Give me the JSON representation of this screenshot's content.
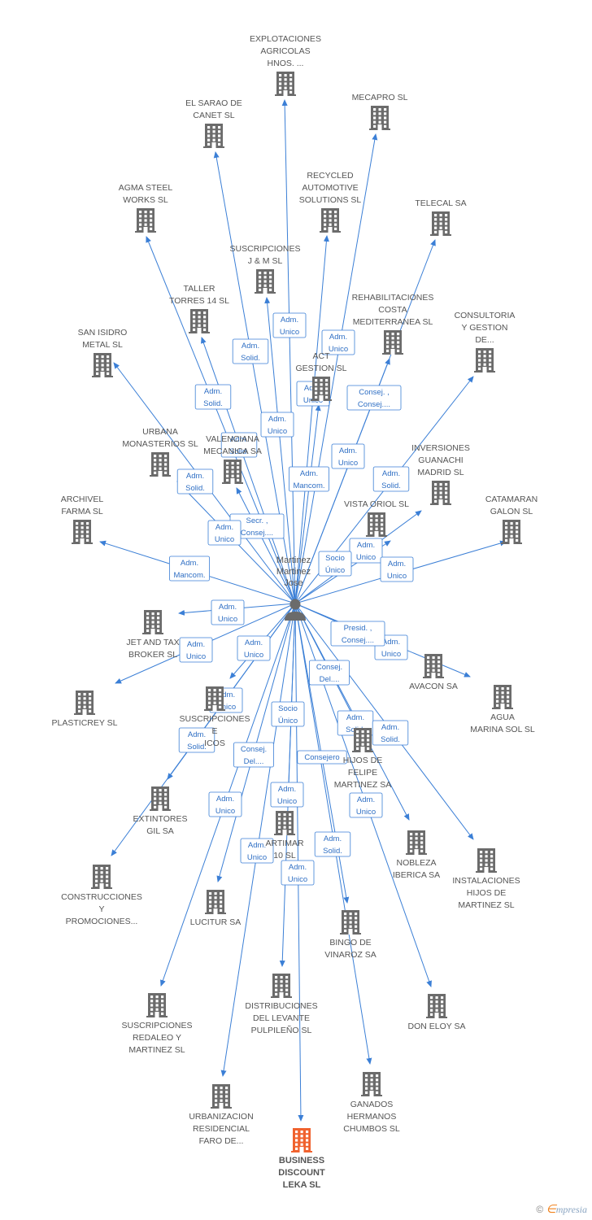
{
  "center": {
    "lines": [
      "Martinez",
      "Martinez",
      "Jose"
    ]
  },
  "colors": {
    "edge": "#3b7fd6",
    "building": "#6b6b6b",
    "building_focus": "#f0622e",
    "label": "#555555"
  },
  "icons": {
    "company": "building-icon",
    "person": "person-icon",
    "copyright": "copyright-icon"
  },
  "brand": {
    "copyright": "©",
    "e": "∈",
    "rest": "mpresia"
  },
  "nodes": [
    {
      "id": "explotaciones",
      "lines": [
        "EXPLOTACIONES",
        "AGRICOLAS",
        "HNOS. ..."
      ]
    },
    {
      "id": "mecapro",
      "lines": [
        "MECAPRO SL"
      ]
    },
    {
      "id": "sarao",
      "lines": [
        "EL SARAO DE",
        "CANET SL"
      ]
    },
    {
      "id": "recycled",
      "lines": [
        "RECYCLED",
        "AUTOMOTIVE",
        "SOLUTIONS SL"
      ]
    },
    {
      "id": "telecal",
      "lines": [
        "TELECAL SA"
      ]
    },
    {
      "id": "agma",
      "lines": [
        "AGMA STEEL",
        "WORKS  SL"
      ]
    },
    {
      "id": "suscripciones_jm",
      "lines": [
        "SUSCRIPCIONES",
        "J & M  SL"
      ]
    },
    {
      "id": "rehabilitaciones",
      "lines": [
        "REHABILITACIONES",
        "COSTA",
        "MEDITERRANEA SL"
      ]
    },
    {
      "id": "taller",
      "lines": [
        "TALLER",
        "TORRES 14 SL"
      ]
    },
    {
      "id": "consultoria",
      "lines": [
        "CONSULTORIA",
        "Y GESTION",
        "DE..."
      ]
    },
    {
      "id": "san_isidro",
      "lines": [
        "SAN ISIDRO",
        "METAL SL"
      ]
    },
    {
      "id": "act_gestion",
      "lines": [
        "ACT",
        "GESTION SL"
      ]
    },
    {
      "id": "valenciana",
      "lines": [
        "VALENCIANA",
        "MECANICA SA"
      ]
    },
    {
      "id": "urbana",
      "lines": [
        "URBANA",
        "MONASTERIOS SL"
      ]
    },
    {
      "id": "inversiones",
      "lines": [
        "INVERSIONES",
        "GUANACHI",
        "MADRID  SL"
      ]
    },
    {
      "id": "archivel",
      "lines": [
        "ARCHIVEL",
        "FARMA SL"
      ]
    },
    {
      "id": "vista_oriol",
      "lines": [
        "VISTA ORIOL SL"
      ]
    },
    {
      "id": "catamaran",
      "lines": [
        "CATAMARAN",
        "GALON SL"
      ]
    },
    {
      "id": "jet",
      "lines": [
        "JET AND TAX",
        "BROKER SL"
      ]
    },
    {
      "id": "avacon",
      "lines": [
        "AVACON SA"
      ]
    },
    {
      "id": "agua",
      "lines": [
        "AGUA",
        "MARINA SOL SL"
      ]
    },
    {
      "id": "plasticrey",
      "lines": [
        "PLASTICREY SL"
      ]
    },
    {
      "id": "suscripciones_e",
      "lines": [
        "SUSCRIPCIONES",
        "E",
        "ICOS"
      ]
    },
    {
      "id": "hijos_felipe",
      "lines": [
        "HIJOS DE",
        "FELIPE",
        "MARTINEZ SA"
      ]
    },
    {
      "id": "extintores",
      "lines": [
        "EXTINTORES",
        "GIL SA"
      ]
    },
    {
      "id": "artimar",
      "lines": [
        "ARTIMAR",
        "10 SL"
      ]
    },
    {
      "id": "nobleza",
      "lines": [
        "NOBLEZA",
        "IBERICA SA"
      ]
    },
    {
      "id": "instalaciones",
      "lines": [
        "INSTALACIONES",
        "HIJOS DE",
        "MARTINEZ SL"
      ]
    },
    {
      "id": "construcciones",
      "lines": [
        "CONSTRUCCIONES",
        "Y",
        "PROMOCIONES..."
      ]
    },
    {
      "id": "lucitur",
      "lines": [
        "LUCITUR SA"
      ]
    },
    {
      "id": "bingo",
      "lines": [
        "BINGO DE",
        "VINAROZ SA"
      ]
    },
    {
      "id": "distribuciones",
      "lines": [
        "DISTRIBUCIONES",
        "DEL LEVANTE",
        "PULPILEÑO SL"
      ]
    },
    {
      "id": "don_eloy",
      "lines": [
        "DON ELOY SA"
      ]
    },
    {
      "id": "suscripciones_redaleo",
      "lines": [
        "SUSCRIPCIONES",
        "REDALEO Y",
        "MARTINEZ SL"
      ]
    },
    {
      "id": "ganados",
      "lines": [
        "GANADOS",
        "HERMANOS",
        "CHUMBOS  SL"
      ]
    },
    {
      "id": "urbanizacion",
      "lines": [
        "URBANIZACION",
        "RESIDENCIAL",
        "FARO DE..."
      ]
    },
    {
      "id": "business",
      "lines": [
        "BUSINESS",
        "DISCOUNT",
        "LEKA SL"
      ],
      "focus": true
    }
  ],
  "edges": [
    {
      "target": "explotaciones",
      "label": [
        "Adm.",
        "Unico"
      ]
    },
    {
      "target": "mecapro",
      "label": [
        "Adm.",
        "Unico"
      ]
    },
    {
      "target": "sarao",
      "label": [
        "Adm.",
        "Solid."
      ]
    },
    {
      "target": "recycled",
      "label": [
        "Adm.",
        "Unico"
      ]
    },
    {
      "target": "telecal",
      "label": [
        "Consej. ,",
        "Consej...."
      ]
    },
    {
      "target": "agma",
      "label": [
        "Adm.",
        "Solid."
      ]
    },
    {
      "target": "suscripciones_jm",
      "label": [
        "Adm.",
        "Unico"
      ]
    },
    {
      "target": "rehabilitaciones",
      "label": [
        "Adm.",
        "Unico"
      ]
    },
    {
      "target": "taller",
      "label": [
        "Adm.",
        "Solid."
      ]
    },
    {
      "target": "consultoria",
      "label": [
        "Adm.",
        "Solid."
      ]
    },
    {
      "target": "san_isidro",
      "label": [
        "Adm.",
        "Solid."
      ]
    },
    {
      "target": "act_gestion",
      "label": [
        "Adm.",
        "Mancom."
      ]
    },
    {
      "target": "valenciana",
      "label": [
        "Secr. ,",
        "Consej...."
      ]
    },
    {
      "target": "urbana",
      "label": [
        "Adm.",
        "Unico"
      ]
    },
    {
      "target": "inversiones",
      "label": [
        "Adm.",
        "Unico"
      ]
    },
    {
      "target": "archivel",
      "label": [
        "Adm.",
        "Mancom."
      ]
    },
    {
      "target": "vista_oriol",
      "label": [
        "Socio",
        "Único"
      ]
    },
    {
      "target": "catamaran",
      "label": [
        "Adm.",
        "Unico"
      ]
    },
    {
      "target": "jet",
      "label": [
        "Adm.",
        "Unico"
      ]
    },
    {
      "target": "avacon",
      "label": [
        "Adm.",
        "Unico"
      ]
    },
    {
      "target": "agua",
      "label": [
        "Presid. ,",
        "Consej...."
      ]
    },
    {
      "target": "plasticrey",
      "label": [
        "Adm.",
        "Unico"
      ]
    },
    {
      "target": "suscripciones_e",
      "label": [
        "Adm.",
        "Unico"
      ]
    },
    {
      "target": "hijos_felipe",
      "label": [
        "Consej.",
        "Del...."
      ]
    },
    {
      "target": "extintores",
      "label": [
        "Adm.",
        "Solid."
      ]
    },
    {
      "target": "artimar",
      "label": [
        "Socio",
        "Único"
      ]
    },
    {
      "target": "nobleza",
      "label": [
        "Adm.",
        "Solid."
      ]
    },
    {
      "target": "instalaciones",
      "label": [
        "Adm.",
        "Solid."
      ]
    },
    {
      "target": "construcciones",
      "label": [
        "Consej.",
        "Del...."
      ]
    },
    {
      "target": "lucitur",
      "label": [
        "Adm.",
        "Unico"
      ]
    },
    {
      "target": "bingo",
      "label": [
        "Consejero"
      ]
    },
    {
      "target": "distribuciones",
      "label": [
        "Adm.",
        "Unico"
      ]
    },
    {
      "target": "don_eloy",
      "label": [
        "Adm.",
        "Unico"
      ]
    },
    {
      "target": "suscripciones_redaleo",
      "label": [
        "Adm.",
        "Unico"
      ]
    },
    {
      "target": "ganados",
      "label": [
        "Adm.",
        "Solid."
      ]
    },
    {
      "target": "urbanizacion",
      "label": [
        "Adm.",
        "Unico"
      ]
    },
    {
      "target": "business",
      "label": [
        "Adm.",
        "Unico"
      ]
    }
  ]
}
